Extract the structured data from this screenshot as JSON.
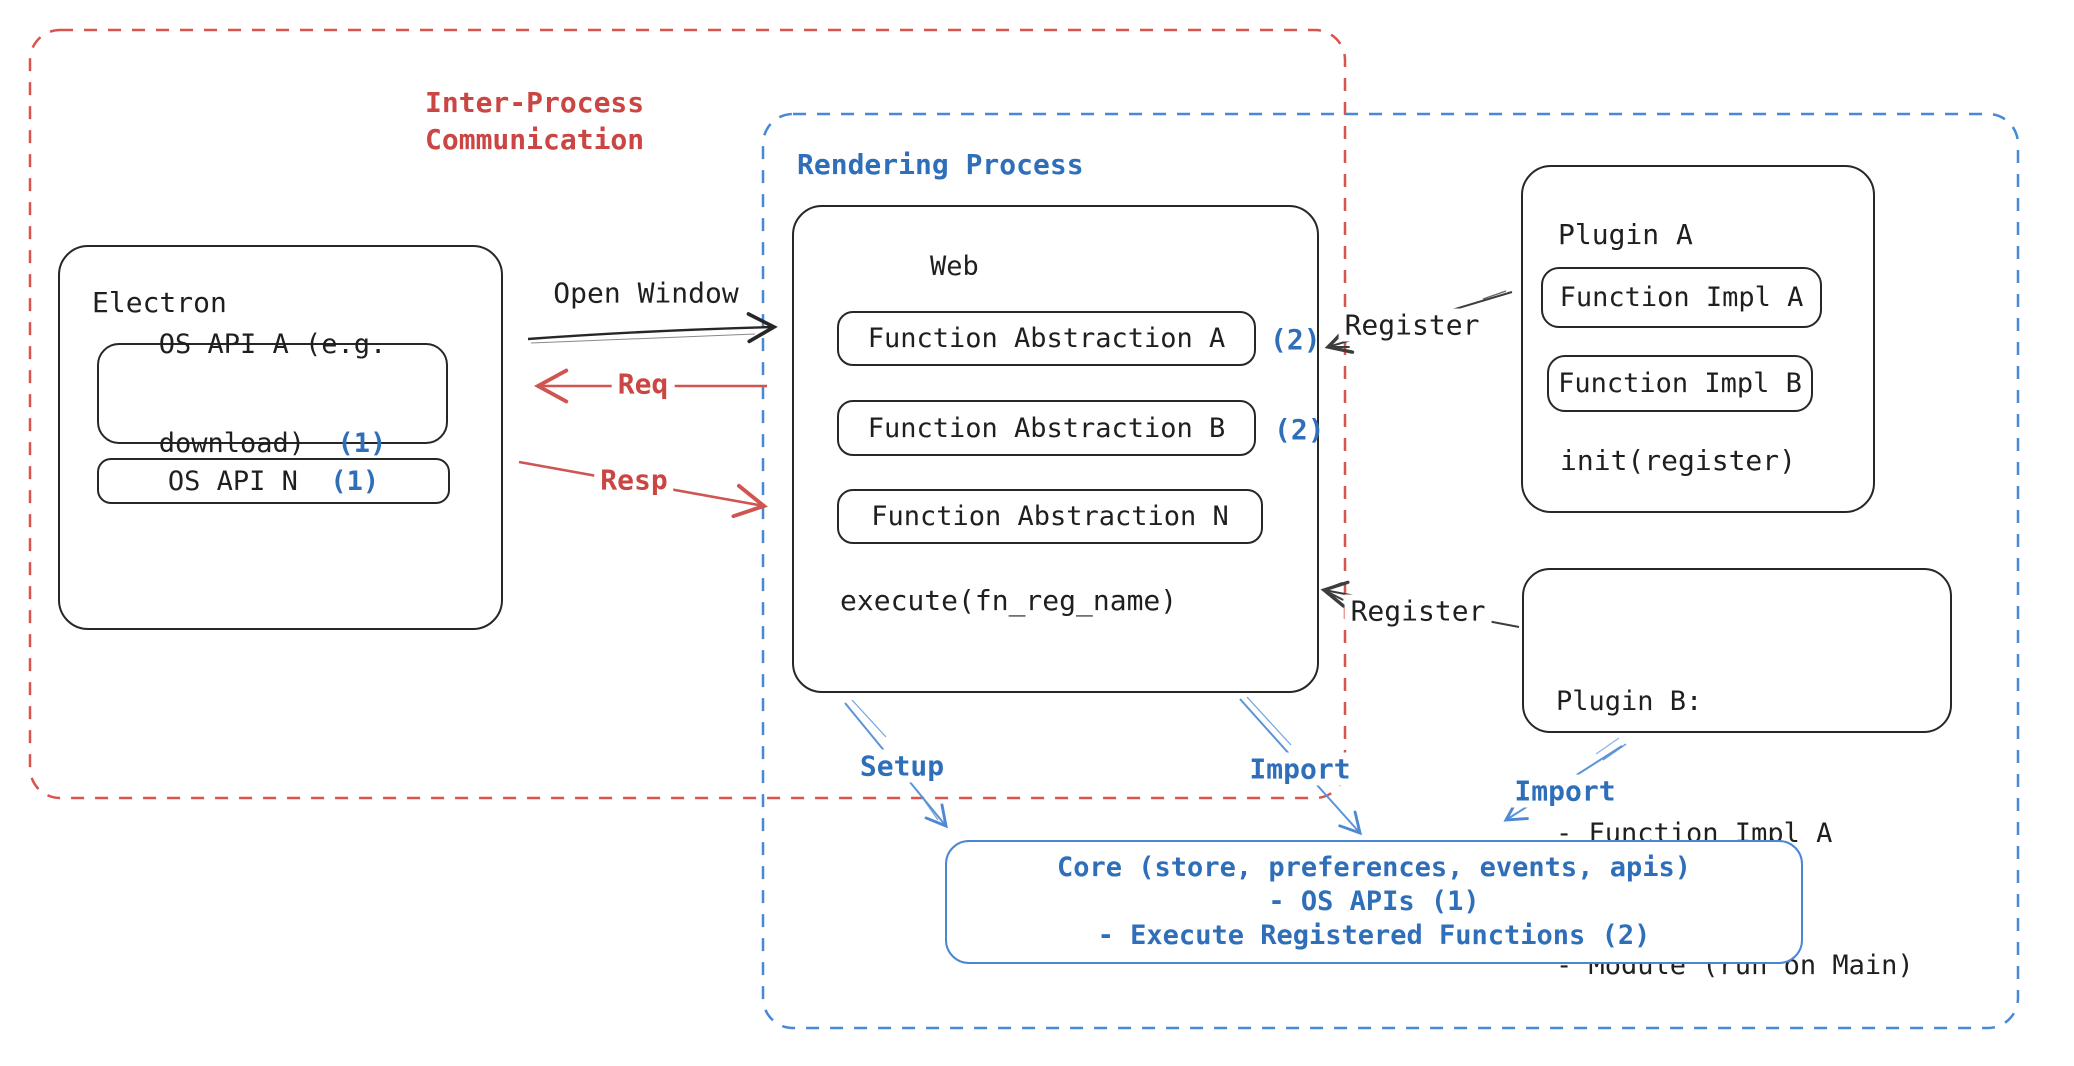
{
  "colors": {
    "red_text": "#cb4543",
    "red_dash": "#d9534f",
    "blue_text": "#2f6fba",
    "blue_dash": "#4788d8",
    "blue_arrow": "#5b93d8",
    "black": "#272727",
    "gray_arrow": "#3d3d3d"
  },
  "groups": {
    "ipc": {
      "label": "Inter-Process\nCommunication"
    },
    "rendering": {
      "label": "Rendering Process"
    }
  },
  "electron": {
    "title": "Electron",
    "api_a_line1": "OS API A (e.g.",
    "api_a_line2": "download)",
    "api_a_badge": "(1)",
    "api_n_label": "OS API N",
    "api_n_badge": "(1)"
  },
  "web": {
    "title": "Web",
    "items": [
      {
        "label": "Function Abstraction A",
        "badge": "(2)"
      },
      {
        "label": "Function Abstraction B",
        "badge": "(2)"
      },
      {
        "label": "Function Abstraction N",
        "badge": ""
      }
    ],
    "execute_label": "execute(fn_reg_name)"
  },
  "plugin_a": {
    "title": "Plugin A",
    "impl_a": "Function Impl A",
    "impl_b": "Function Impl B",
    "init_label": "init(register)"
  },
  "plugin_b": {
    "line1": "Plugin B:",
    "line2": "- Function Impl A",
    "line3": "- Module (run on Main)"
  },
  "core": {
    "line1": "Core (store, preferences, events, apis)",
    "line2": "- OS APIs (1)",
    "line3": "- Execute Registered Functions (2)"
  },
  "connectors": {
    "open_window": "Open Window",
    "req": "Req",
    "resp": "Resp",
    "register_top": "Register",
    "register_bottom": "Register",
    "setup": "Setup",
    "import_mid": "Import",
    "import_right": "Import"
  }
}
